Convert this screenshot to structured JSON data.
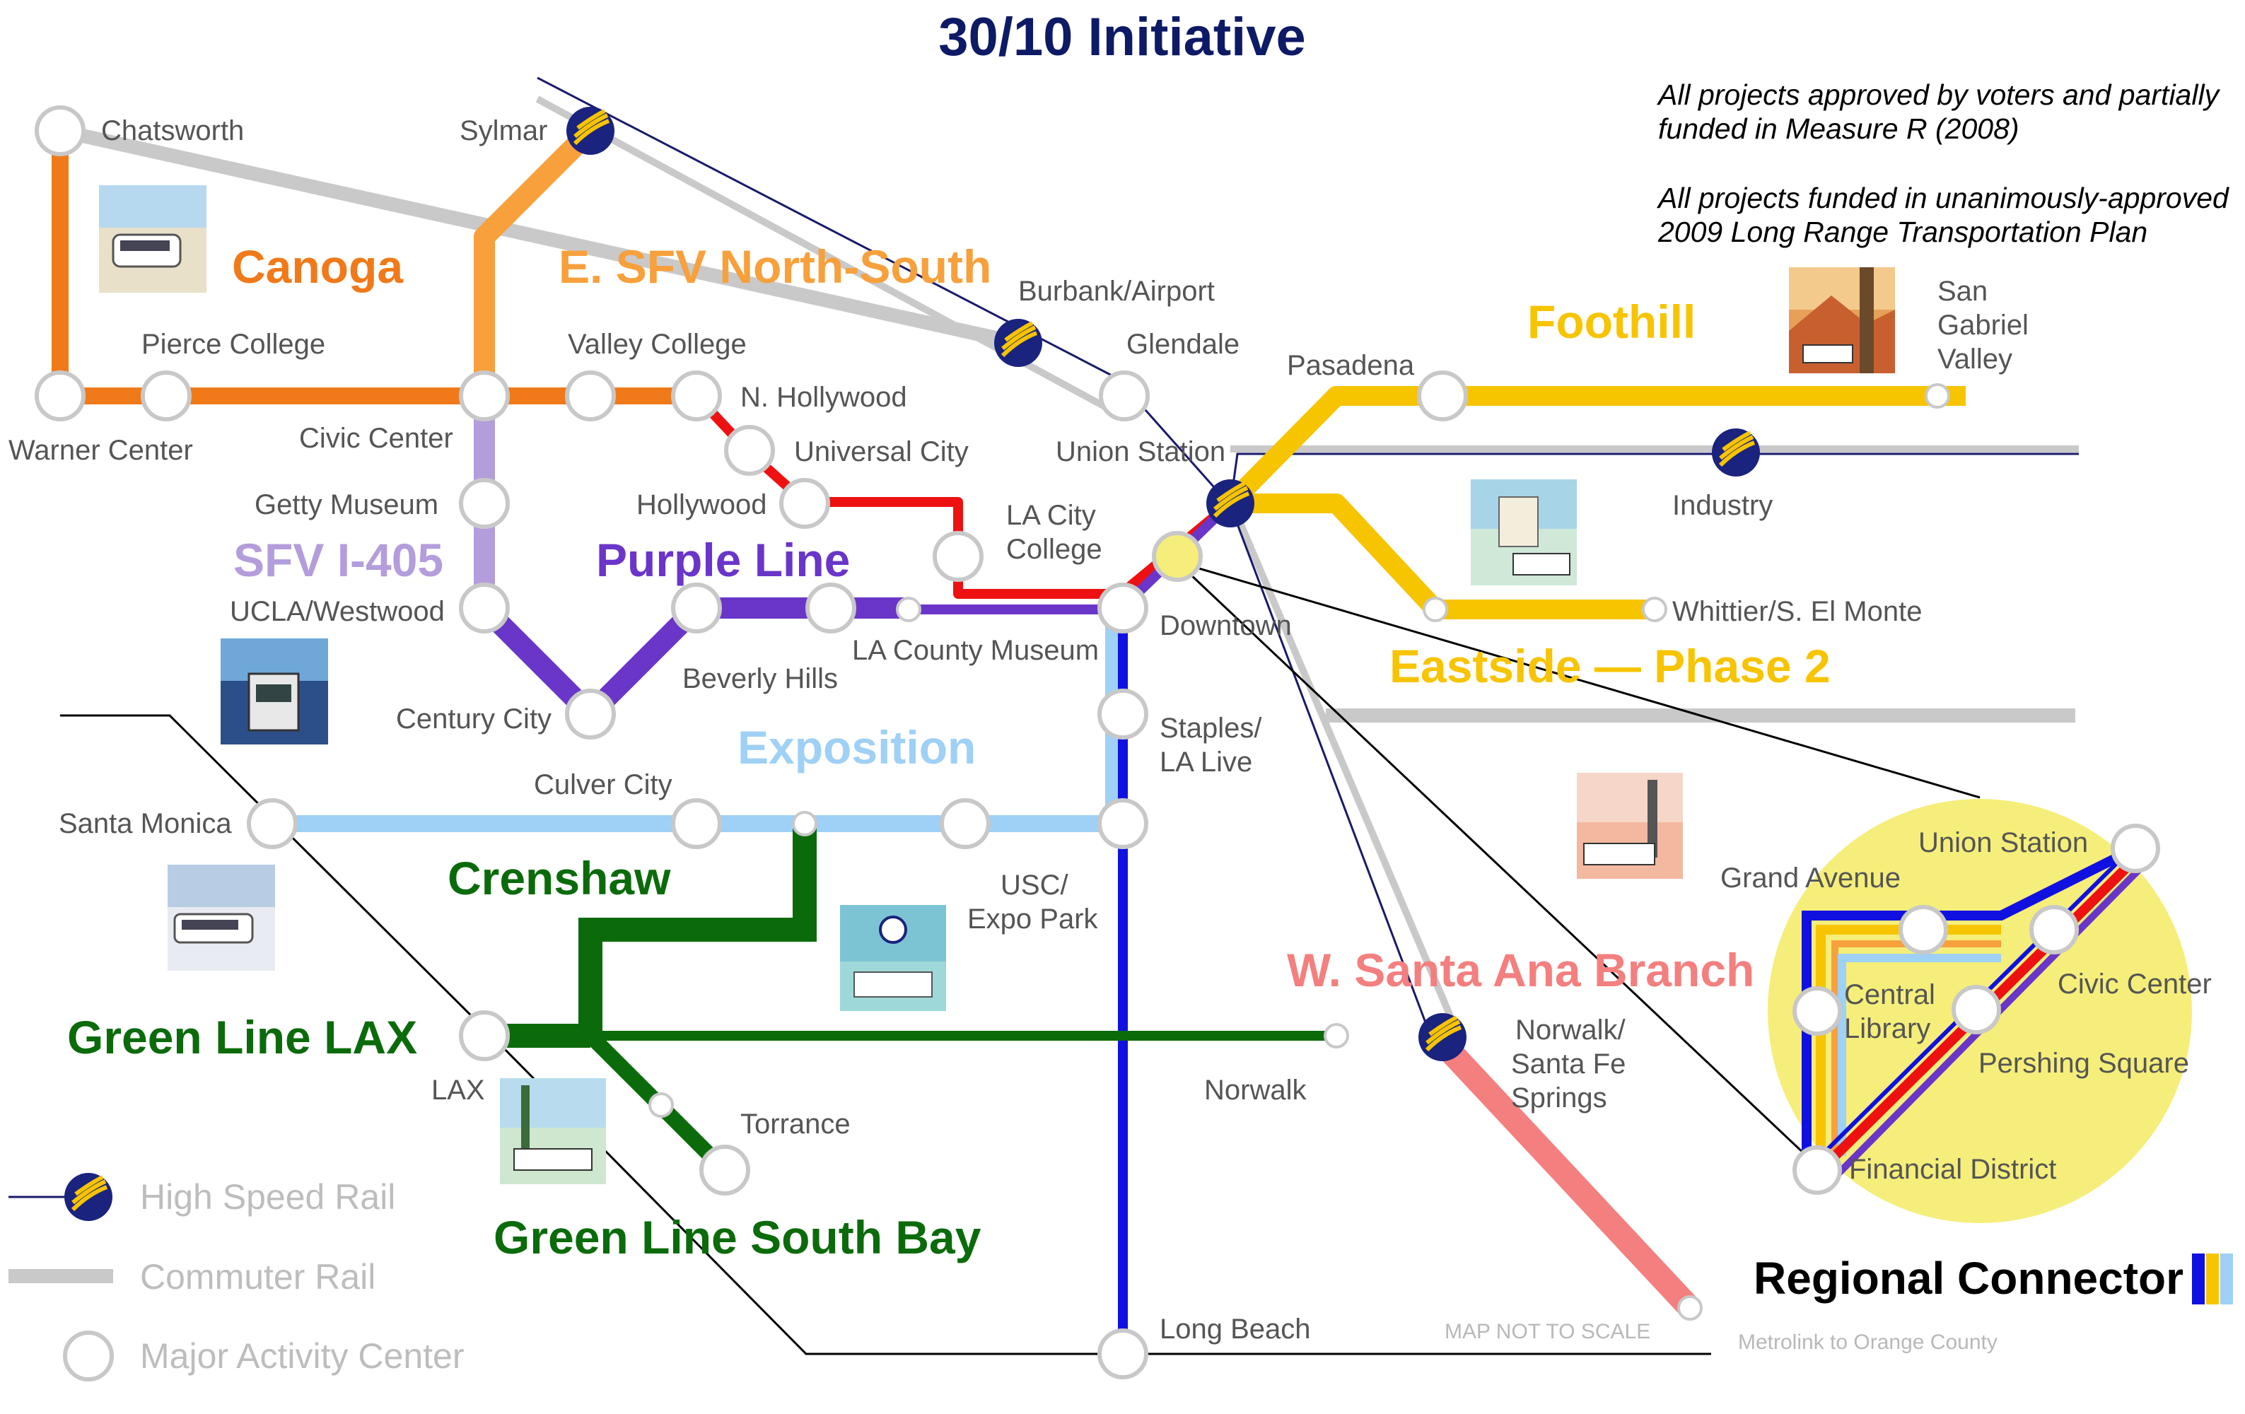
{
  "title": "30/10 Initiative",
  "notes": [
    "All projects approved by voters and partially",
    "funded in Measure R (2008)",
    "All projects funded in unanimously-approved",
    "2009 Long Range Transportation Plan"
  ],
  "lines": {
    "canoga": "Canoga",
    "esfv": "E. SFV North-South",
    "foothill": "Foothill",
    "sfv405": "SFV I-405",
    "purple": "Purple Line",
    "eastside": "Eastside — Phase 2",
    "exposition": "Exposition",
    "crenshaw": "Crenshaw",
    "green_lax": "Green Line LAX",
    "green_southbay": "Green Line South Bay",
    "wsab": "W. Santa Ana Branch"
  },
  "stations": {
    "chatsworth": "Chatsworth",
    "sylmar": "Sylmar",
    "burbank_airport": "Burbank/Airport",
    "glendale": "Glendale",
    "pasadena": "Pasadena",
    "san_gabriel": [
      "San",
      "Gabriel",
      "Valley"
    ],
    "pierce_college": "Pierce College",
    "valley_college": "Valley College",
    "n_hollywood": "N. Hollywood",
    "warner_center": "Warner Center",
    "civic_center": "Civic Center",
    "universal_city": "Universal City",
    "union_station": "Union Station",
    "industry": "Industry",
    "getty_museum": "Getty Museum",
    "hollywood": "Hollywood",
    "la_city_college": [
      "LA City",
      "College"
    ],
    "ucla_westwood": "UCLA/Westwood",
    "la_county_museum": "LA County Museum",
    "downtown": "Downtown",
    "whittier": "Whittier/S. El Monte",
    "beverly_hills": "Beverly Hills",
    "century_city": "Century City",
    "staples": [
      "Staples/",
      "LA Live"
    ],
    "culver_city": "Culver City",
    "santa_monica": "Santa Monica",
    "usc": [
      "USC/",
      "Expo Park"
    ],
    "lax": "LAX",
    "norwalk": "Norwalk",
    "norwalk_sfs": [
      "Norwalk/",
      "Santa Fe",
      "Springs"
    ],
    "torrance": "Torrance",
    "long_beach": "Long Beach"
  },
  "regional_connector": {
    "title": "Regional Connector",
    "stations": {
      "union_station": "Union Station",
      "grand_avenue": "Grand Avenue",
      "civic_center": "Civic Center",
      "central_library": [
        "Central",
        "Library"
      ],
      "pershing_square": "Pershing Square",
      "financial_district": "Financial District"
    }
  },
  "legend": {
    "hsr": "High Speed Rail",
    "commuter": "Commuter Rail",
    "activity": "Major Activity Center"
  },
  "footer": {
    "not_to_scale": "MAP NOT TO SCALE",
    "metrolink": "Metrolink to Orange County"
  },
  "colors": {
    "canoga": "#f07a1a",
    "esfv": "#f7a03c",
    "foothill": "#f7c400",
    "sfv405": "#b39ddb",
    "purple": "#6a35c9",
    "red": "#ee1111",
    "exposition": "#9fd0f5",
    "crenshaw": "#0b6b0b",
    "green": "#0b6b0b",
    "blue": "#1010e0",
    "wsab": "#f47f7f",
    "commuter": "#c9c9c9",
    "connector_bg": "#f5ee7a"
  }
}
